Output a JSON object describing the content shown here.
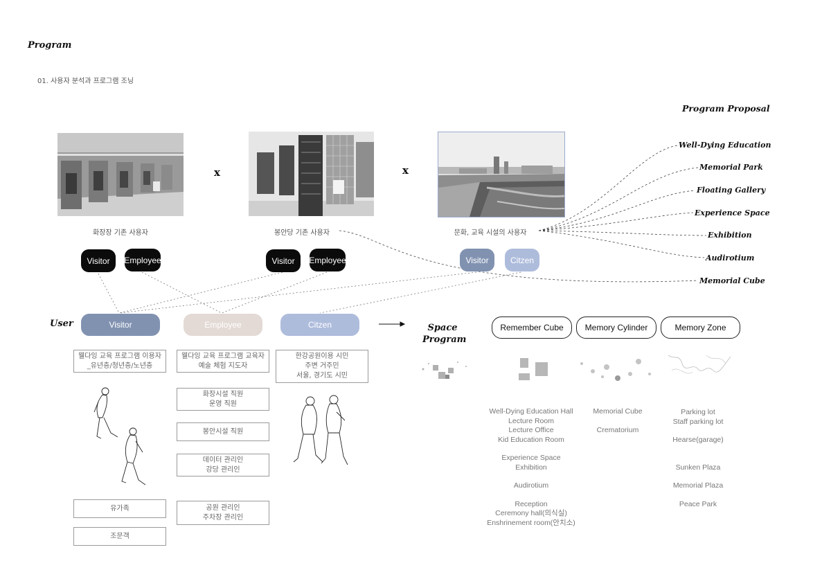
{
  "header": {
    "title": "Program",
    "subtitle": "01. 사용자 분석과 프로그램 조닝"
  },
  "proposal_title": "Program Proposal",
  "proposals": [
    "Well-Dying Education",
    "Memorial Park",
    "Floating Gallery",
    "Experience Space",
    "Exhibition",
    "Audirotium",
    "Memorial Cube"
  ],
  "times_symbol": "x",
  "groups": [
    {
      "label": "화장장 기존 사용자",
      "pills": [
        "Visitor",
        "Employee"
      ]
    },
    {
      "label": "봉안당 기존 사용자",
      "pills": [
        "Visitor",
        "Employee"
      ]
    },
    {
      "label": "문화, 교육 시설의 사용자",
      "pills": [
        "Visitor",
        "Citzen"
      ]
    }
  ],
  "user_label": "User",
  "user_types": [
    "Visitor",
    "Employee",
    "Citzen"
  ],
  "visitor_boxes": [
    [
      "웰다잉 교육 프로그램 이용자",
      "_유년층/청년층/노년층"
    ],
    [
      "유가족"
    ],
    [
      "조문객"
    ]
  ],
  "employee_boxes": [
    [
      "웰다잉 교육 프로그램 교육자",
      "예술 체험 지도자"
    ],
    [
      "화장시설 직원",
      "운영 직원"
    ],
    [
      "봉안시설 직원"
    ],
    [
      "데이터 관리인",
      "강당 관리인"
    ],
    [
      "공원 관리인",
      "주차장 관리인"
    ]
  ],
  "citizen_boxes": [
    [
      "한강공원이용 시민",
      "주변 거주민",
      "서울, 경기도 시민"
    ]
  ],
  "space_program_label": [
    "Space",
    "Program"
  ],
  "zones": [
    "Remember Cube",
    "Memory Cylinder",
    "Memory Zone"
  ],
  "zone_lists": [
    [
      [
        "Well-Dying Education Hall",
        "Lecture Room",
        "Lecture Office",
        "Kid Education Room"
      ],
      [
        "Experience Space",
        "Exhibition"
      ],
      [
        "Audirotium"
      ],
      [
        "Reception",
        "Ceremony hall(의식실)",
        "Enshrinement room(안치소)"
      ]
    ],
    [
      [
        "Memorial Cube"
      ],
      [
        "Crematorium"
      ]
    ],
    [
      [
        "Parking lot",
        "Staff parking lot"
      ],
      [
        "Hearse(garage)"
      ],
      [
        "Sunken Plaza"
      ],
      [
        "Memorial Plaza"
      ],
      [
        "Peace Park"
      ]
    ]
  ],
  "colors": {
    "visitor": "#8192b1",
    "employee": "#e3dad5",
    "citizen": "#aebcdc",
    "black": "#0b0b0b"
  }
}
